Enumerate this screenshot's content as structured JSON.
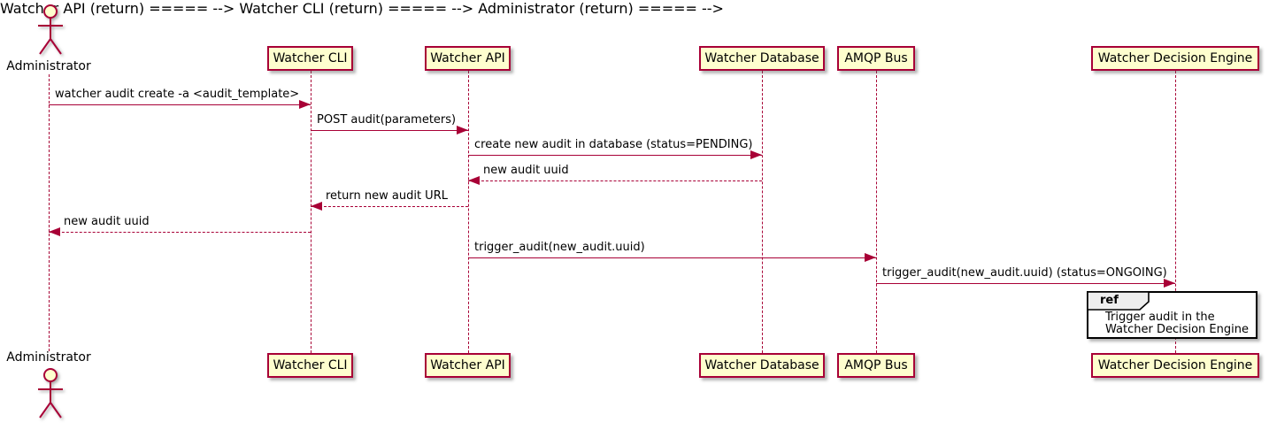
{
  "diagram_type": "uml-sequence-diagram",
  "actor": {
    "name": "Administrator"
  },
  "participants": [
    {
      "name": "Watcher CLI"
    },
    {
      "name": "Watcher API"
    },
    {
      "name": "Watcher Database"
    },
    {
      "name": "AMQP Bus"
    },
    {
      "name": "Watcher Decision Engine"
    }
  ],
  "messages": [
    {
      "label": "watcher audit create -a <audit_template>",
      "from": "Administrator",
      "to": "Watcher CLI",
      "line": "solid"
    },
    {
      "label": "POST audit(parameters)",
      "from": "Watcher CLI",
      "to": "Watcher API",
      "line": "solid"
    },
    {
      "label": "create new audit in database (status=PENDING)",
      "from": "Watcher API",
      "to": "Watcher Database",
      "line": "solid"
    },
    {
      "label": "new audit uuid",
      "from": "Watcher Database",
      "to": "Watcher API",
      "line": "dashed"
    },
    {
      "label": "return new audit URL",
      "from": "Watcher API",
      "to": "Watcher CLI",
      "line": "dashed"
    },
    {
      "label": "new audit uuid",
      "from": "Watcher CLI",
      "to": "Administrator",
      "line": "dashed"
    },
    {
      "label": "trigger_audit(new_audit.uuid)",
      "from": "Watcher API",
      "to": "AMQP Bus",
      "line": "solid"
    },
    {
      "label": "trigger_audit(new_audit.uuid) (status=ONGOING)",
      "from": "AMQP Bus",
      "to": "Watcher Decision Engine",
      "line": "solid"
    }
  ],
  "ref": {
    "keyword": "ref",
    "lines": [
      "Trigger audit in the",
      "Watcher Decision Engine"
    ]
  },
  "colors": {
    "participant_fill": "#FEFECE",
    "line": "#A80036",
    "text": "#000000",
    "ref_border": "#000000",
    "ref_label_fill": "#EEEEEE",
    "background": "#FFFFFF"
  }
}
